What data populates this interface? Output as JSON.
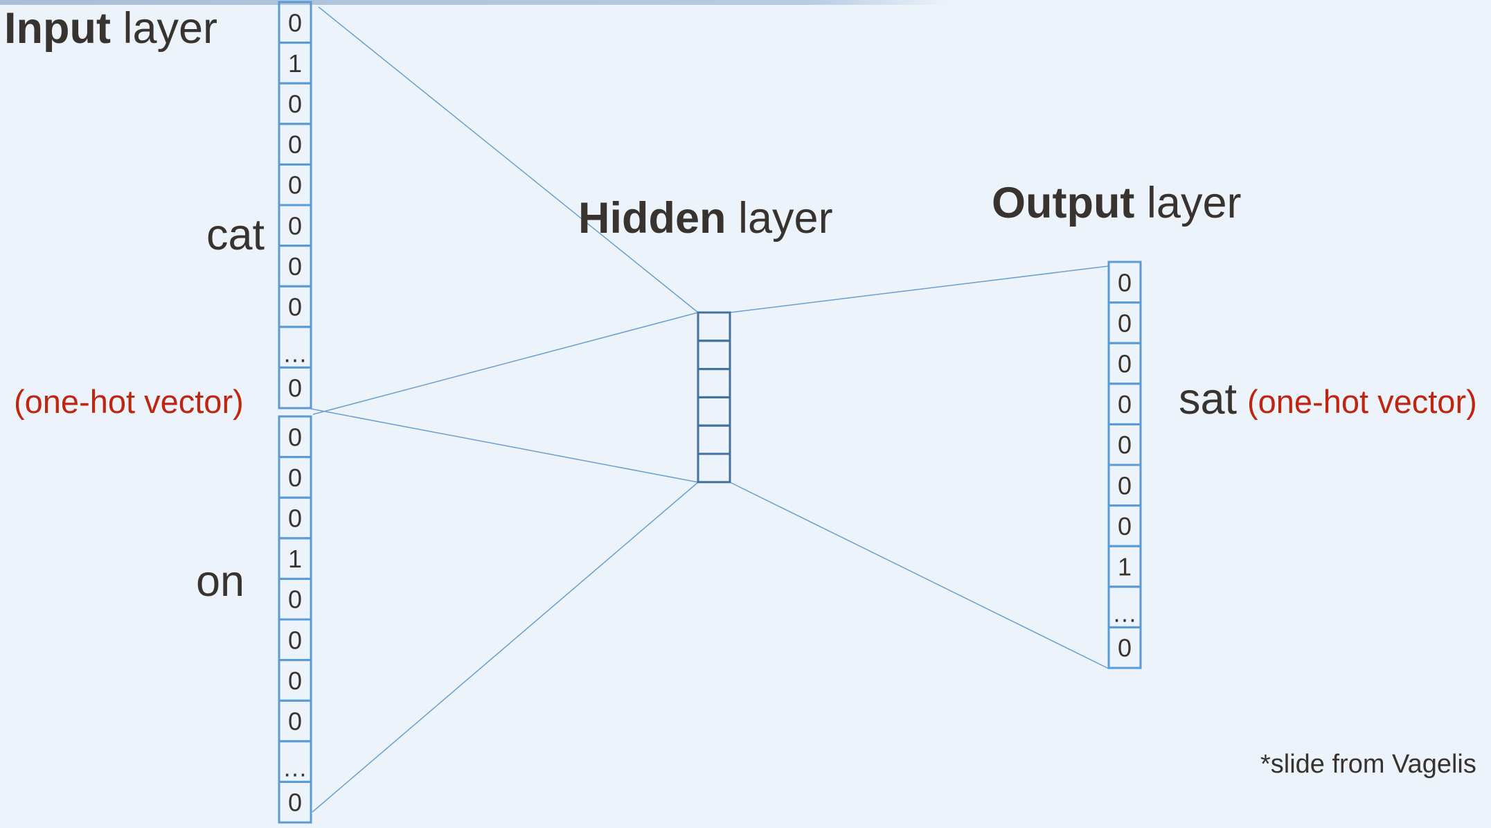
{
  "input_layer": {
    "title_bold": "Input",
    "title_rest": " layer"
  },
  "hidden_layer": {
    "title_bold": "Hidden",
    "title_rest": " layer",
    "cells": 6
  },
  "output_layer": {
    "title_bold": "Output",
    "title_rest": " layer"
  },
  "words": {
    "cat": "cat",
    "on": "on",
    "sat": "sat"
  },
  "annotations": {
    "left_one_hot": "(one-hot vector)",
    "right_one_hot": "(one-hot vector)",
    "credit": "*slide from Vagelis"
  },
  "vectors": {
    "cat": [
      "0",
      "1",
      "0",
      "0",
      "0",
      "0",
      "0",
      "0",
      "…",
      "0"
    ],
    "on": [
      "0",
      "0",
      "0",
      "1",
      "0",
      "0",
      "0",
      "0",
      "…",
      "0"
    ],
    "sat": [
      "0",
      "0",
      "0",
      "0",
      "0",
      "0",
      "0",
      "1",
      "…",
      "0"
    ]
  },
  "colors": {
    "text": "#38332e",
    "highlight": "#c0250f",
    "vector_border": "#5b9bd5",
    "hidden_border": "#41719c",
    "connector": "#6a9fcf"
  }
}
